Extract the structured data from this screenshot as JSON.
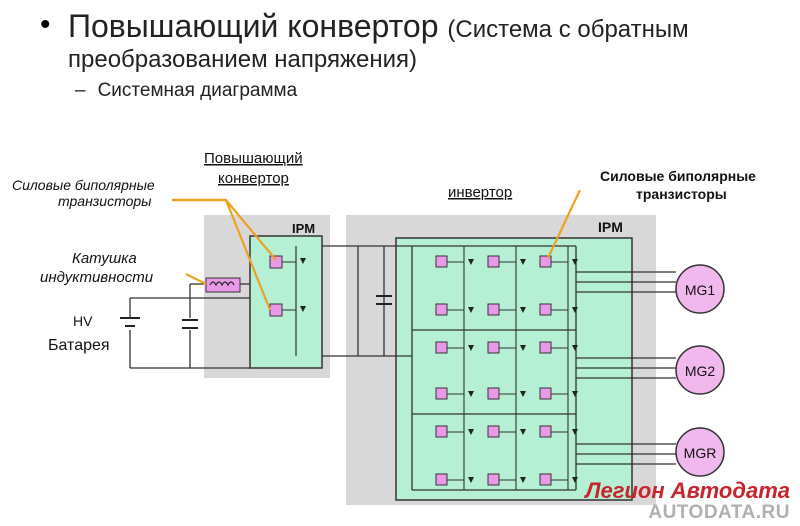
{
  "slide": {
    "bullet": "•",
    "title_main": "Повышающий конвертор",
    "title_paren": "(Система с обратным",
    "title_line2": "преобразованием напряжения)",
    "sub_dash": "–",
    "sub_text": "Системная диаграмма"
  },
  "diagram": {
    "boost_converter_label_1": "Повышающий",
    "boost_converter_label_2": "конвертор",
    "inverter_label": "инвертор",
    "left_transistors_label_1": "Силовые биполярные",
    "left_transistors_label_2": "транзисторы",
    "right_transistors_label_1": "Силовые биполярные",
    "right_transistors_label_2": "транзисторы",
    "inductor_label_1": "Катушка",
    "inductor_label_2": "индуктивности",
    "battery_label_1": "HV",
    "battery_label_2": "Батарея",
    "ipm_left": "IPM",
    "ipm_right": "IPM",
    "motors": [
      "MG1",
      "MG2",
      "MGR"
    ],
    "colors": {
      "ipm_fill": "#b5f0d4",
      "grey_panel": "#d8d8d8",
      "transistor_pink": "#e89ae8",
      "callout_orange": "#f0a020",
      "motor_pink": "#f0b8ec"
    }
  },
  "watermark": {
    "line1": "Легион Автодата",
    "line2": "AUTODATA.RU"
  }
}
